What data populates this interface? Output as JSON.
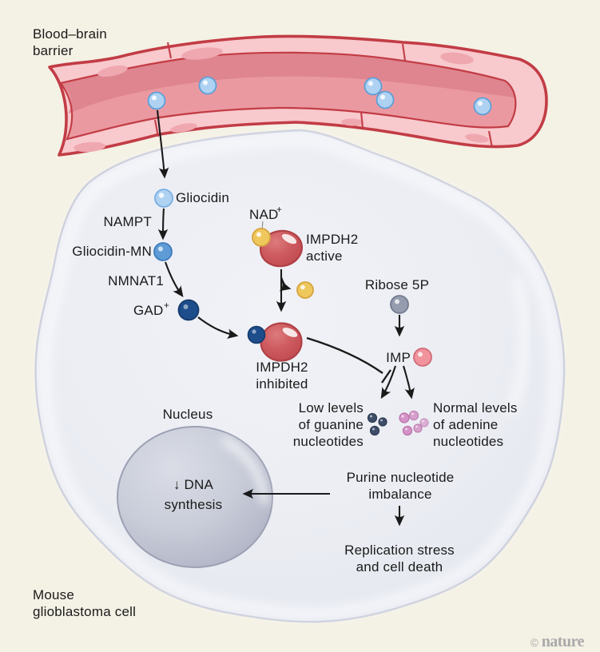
{
  "labels": {
    "blood_brain_barrier": [
      "Blood–brain",
      "barrier"
    ],
    "gliocidin": "Gliocidin",
    "nampt": "NAMPT",
    "gliocidin_mn": "Gliocidin-MN",
    "nmnat1": "NMNAT1",
    "gad": "GAD",
    "gad_sup": "+",
    "nad": "NAD",
    "nad_sup": "+",
    "impdh2_active": [
      "IMPDH2",
      "active"
    ],
    "impdh2_inhibited": [
      "IMPDH2",
      "inhibited"
    ],
    "ribose_5p": "Ribose 5P",
    "imp": "IMP",
    "low_guanine": [
      "Low levels",
      "of guanine",
      "nucleotides"
    ],
    "normal_adenine": [
      "Normal levels",
      "of adenine",
      "nucleotides"
    ],
    "purine_imbalance": [
      "Purine nucleotide",
      "imbalance"
    ],
    "replication_stress": [
      "Replication stress",
      "and cell death"
    ],
    "nucleus": "Nucleus",
    "dna_synthesis": [
      "↓ DNA",
      "synthesis"
    ],
    "mouse_glioblastoma_cell": [
      "Mouse",
      "glioblastoma cell"
    ]
  },
  "credit": {
    "symbol": "©",
    "brand": "nature"
  },
  "colors": {
    "background": "#F4F1E5",
    "cell_fill": "#EBEDF3",
    "cell_border": "#C4C8D6",
    "nucleus_fill": "#C6CAD7",
    "nucleus_border": "#9CA0B2",
    "vessel_wall": "#F8C9CD",
    "vessel_lumen": "#EB99A1",
    "vessel_shadow_band": "#DE858F",
    "vessel_outline": "#C23C45",
    "endothelial_nucleus": "#F0A8B0",
    "gliocidin_dot": "#AFD2F2",
    "gliocidin_dot_border": "#6FA3DC",
    "gliocidin_mn_dot": "#5F9CD6",
    "gliocidin_mn_dot_border": "#3D7BBB",
    "gad_dot": "#1D4D8B",
    "gad_dot_border": "#143A6B",
    "nad_dot": "#EFC85D",
    "nad_dot_border": "#D6A33F",
    "ribose_dot": "#959CAD",
    "ribose_dot_border": "#737B8F",
    "imp_dot": "#F0939D",
    "imp_dot_border": "#D06A75",
    "guanine_dot": "#3E4E68",
    "guanine_dot_border": "#2C3A52",
    "adenine_dot": "#D493C6",
    "adenine_dot_border": "#B96FA9",
    "enzyme_fill": "#CE5C60",
    "enzyme_border": "#B04046",
    "arrow": "#1A1A1A",
    "text": "#1A1A1A",
    "credit": "#A9A9A9"
  }
}
